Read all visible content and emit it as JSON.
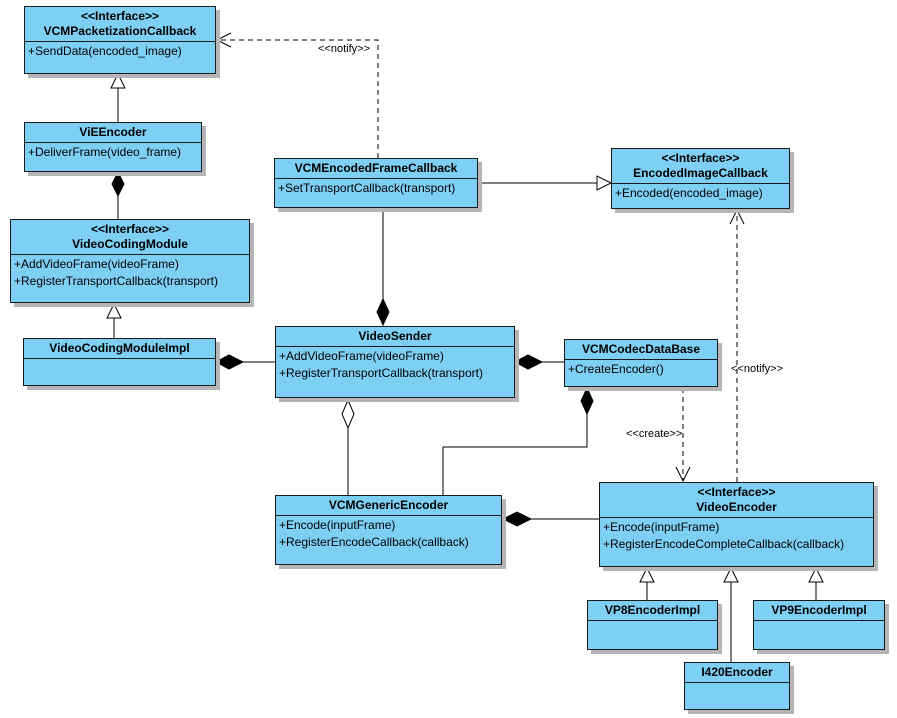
{
  "classes": {
    "vcm_packetization_callback": {
      "stereotype": "<<Interface>>",
      "name": "VCMPacketizationCallback",
      "ops": [
        "+SendData(encoded_image)"
      ]
    },
    "vie_encoder": {
      "name": "ViEEncoder",
      "ops": [
        "+DeliverFrame(video_frame)"
      ]
    },
    "video_coding_module": {
      "stereotype": "<<Interface>>",
      "name": "VideoCodingModule",
      "ops": [
        "+AddVideoFrame(videoFrame)",
        "+RegisterTransportCallback(transport)"
      ]
    },
    "video_coding_module_impl": {
      "name": "VideoCodingModuleImpl",
      "ops": []
    },
    "vcm_encoded_frame_callback": {
      "name": "VCMEncodedFrameCallback",
      "ops": [
        "+SetTransportCallback(transport)"
      ]
    },
    "encoded_image_callback": {
      "stereotype": "<<Interface>>",
      "name": "EncodedImageCallback",
      "ops": [
        "+Encoded(encoded_image)"
      ]
    },
    "video_sender": {
      "name": "VideoSender",
      "ops": [
        "+AddVideoFrame(videoFrame)",
        "+RegisterTransportCallback(transport)"
      ]
    },
    "vcm_codec_data_base": {
      "name": "VCMCodecDataBase",
      "ops": [
        "+CreateEncoder()"
      ]
    },
    "vcm_generic_encoder": {
      "name": "VCMGenericEncoder",
      "ops": [
        "+Encode(inputFrame)",
        "+RegisterEncodeCallback(callback)"
      ]
    },
    "video_encoder": {
      "stereotype": "<<Interface>>",
      "name": "VideoEncoder",
      "ops": [
        "+Encode(inputFrame)",
        "+RegisterEncodeCompleteCallback(callback)"
      ]
    },
    "vp8_encoder_impl": {
      "name": "VP8EncoderImpl",
      "ops": []
    },
    "vp9_encoder_impl": {
      "name": "VP9EncoderImpl",
      "ops": []
    },
    "i420_encoder": {
      "name": "I420Encoder",
      "ops": []
    }
  },
  "labels": {
    "notify_top": "<<notify>>",
    "notify_right": "<<notify>>",
    "create": "<<create>>"
  },
  "colors": {
    "class_fill": "#7ecff4",
    "border": "#1a1a1a",
    "shadow": "#b5b5b5"
  }
}
